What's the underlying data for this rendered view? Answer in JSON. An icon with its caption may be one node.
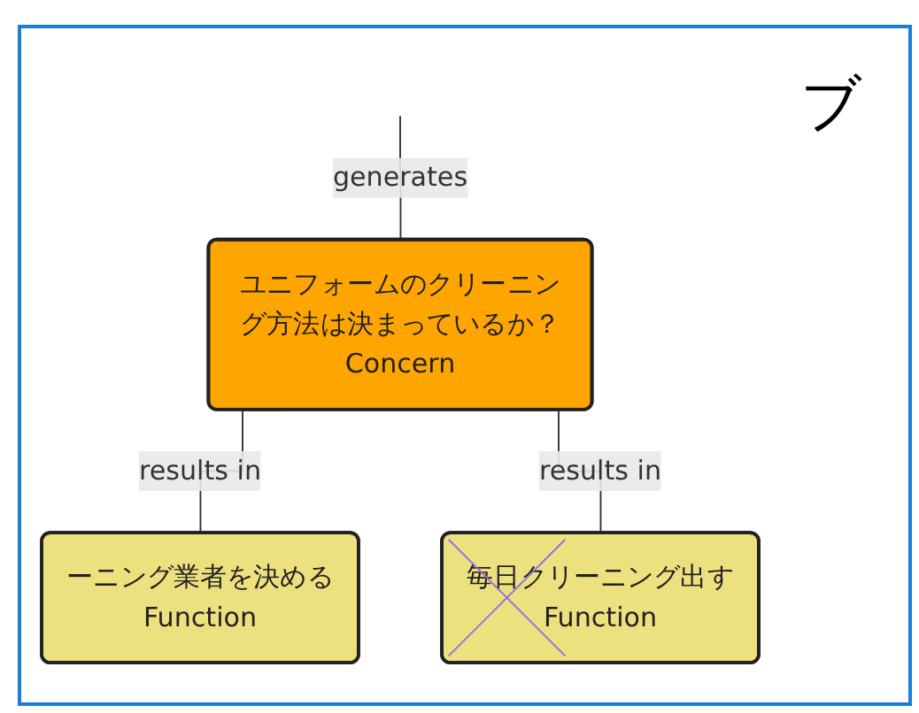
{
  "diagram": {
    "nodes": [
      {
        "text": [
          "ユニフォームのクリーニング方法は決まっているか？",
          "Concern"
        ]
      },
      {
        "text": [
          "ーニング業者を決める",
          "Function"
        ]
      },
      {
        "text": [
          "毎日クリーニング出す",
          "Function"
        ]
      }
    ],
    "edges": [
      {
        "from": null,
        "to": 0,
        "label": "generates",
        "arrow": "none"
      },
      {
        "from": 0,
        "to": 1,
        "label": "results in",
        "arrow": "none"
      },
      {
        "from": 0,
        "to": 2,
        "label": "results in",
        "arrow": "none"
      }
    ],
    "labels": [
      "ブ"
    ]
  }
}
